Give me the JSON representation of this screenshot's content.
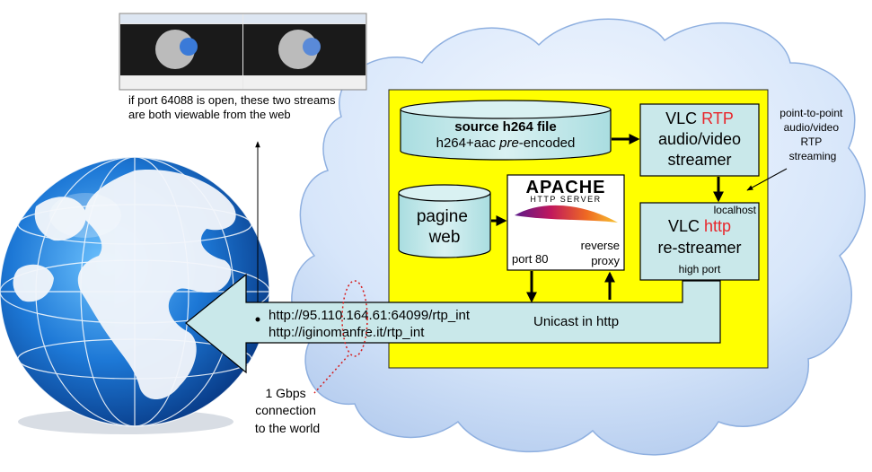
{
  "top_caption": {
    "line1": "if port 64088 is open, these two streams",
    "line2": "are both viewable from the web"
  },
  "source_file": {
    "title": "source h264 file",
    "subtitle_prefix": "h264+aac ",
    "subtitle_italic": "pre",
    "subtitle_suffix": "-encoded"
  },
  "pagine_web": {
    "line1": "pagine",
    "line2": "web"
  },
  "apache": {
    "logo_main": "APACHE",
    "logo_sub": "HTTP SERVER",
    "port": "port 80",
    "reverse": "reverse",
    "proxy": "proxy"
  },
  "vlc_rtp": {
    "vlc": "VLC ",
    "rtp": "RTP",
    "line2": "audio/video",
    "line3": "streamer"
  },
  "vlc_http": {
    "localhost": "localhost",
    "vlc": "VLC ",
    "http": "http",
    "line2": "re-streamer",
    "line3": "high port"
  },
  "p2p_note": {
    "line1": "point-to-point",
    "line2": "audio/video",
    "line3": "RTP",
    "line4": "streaming"
  },
  "stream_urls": {
    "url1": "http://95.110.164.61:64099/rtp_int",
    "url2": "http://iginomanfre.it/rtp_int"
  },
  "unicast_label": "Unicast in http",
  "connection_note": {
    "line1": "1 Gbps",
    "line2": "connection",
    "line3": "to the world"
  },
  "colors": {
    "yellow": "#ffff00",
    "teal": "#c9e8ea",
    "red": "#e8262b",
    "cloud": "#c5d9f5"
  }
}
